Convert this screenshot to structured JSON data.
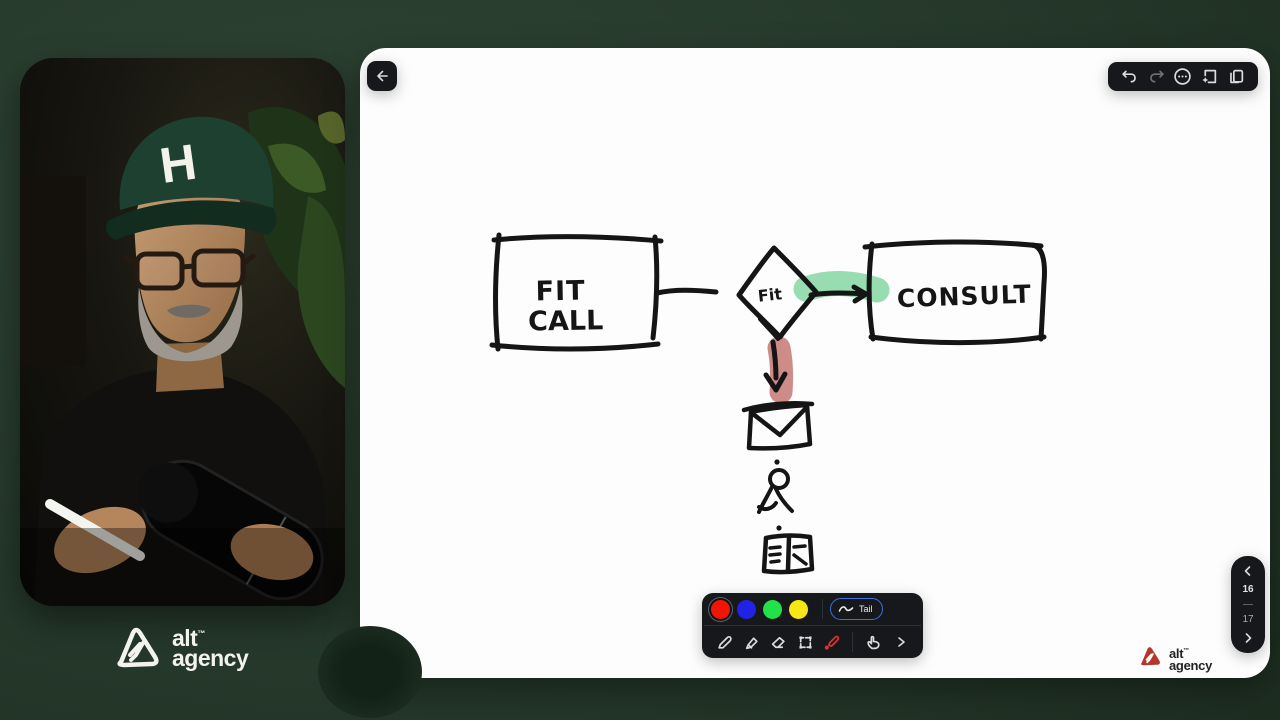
{
  "theme": {
    "background_green": "#25382a",
    "background_green_dark": "#182619",
    "canvas_white": "#fdfdfd",
    "chrome_dark": "#16181c",
    "ink": "#151515",
    "highlight_green": "#8dd8aa",
    "highlight_red": "#c77c79",
    "tail_border_blue": "#3d6fe0",
    "laser_red": "#e03131",
    "watermark_red": "#b5372a"
  },
  "video": {
    "cap_letter": "H",
    "logo": {
      "line1": "alt",
      "tm": "™",
      "line2": "agency"
    }
  },
  "canvas": {
    "back_button_icon": "arrow-left-icon",
    "top_toolbar_icons": [
      "undo-icon",
      "redo-icon",
      "more-options-icon",
      "new-page-icon",
      "duplicate-page-icon"
    ],
    "sketch": {
      "box_fit_call_line1": "FIT",
      "box_fit_call_line2": "CALL",
      "diamond_label": "Fit",
      "box_consult_label": "CONSULT",
      "icon_names": [
        "envelope-sketch",
        "person-sketch",
        "calendar-sketch"
      ]
    },
    "palette": {
      "colors": [
        "#f01505",
        "#2222e6",
        "#21e248",
        "#f7e714"
      ],
      "selected": "red"
    },
    "tail_button": {
      "label": "Tail",
      "icon": "curve-squiggle-icon"
    },
    "tool_icons": [
      "pen-icon",
      "highlighter-icon",
      "eraser-icon",
      "select-icon",
      "laser-pointer-icon",
      "hand-icon",
      "more-tools-icon"
    ],
    "page_nav": {
      "current_page": "16",
      "next_page": "17"
    },
    "watermark": {
      "line1": "alt",
      "tm": "™",
      "line2": "agency"
    }
  }
}
